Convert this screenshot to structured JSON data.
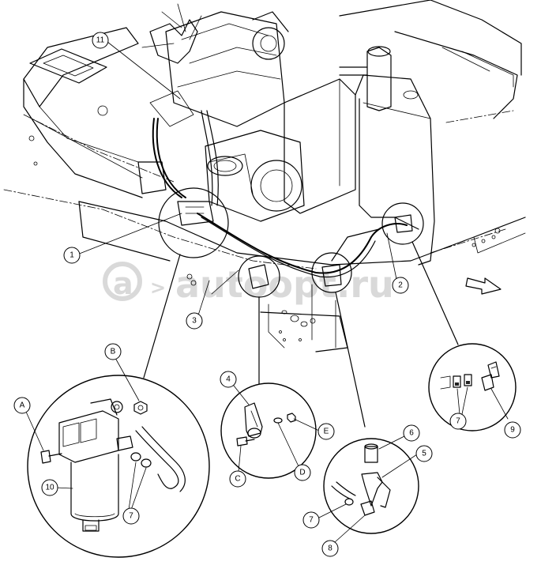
{
  "watermark": {
    "text": "autoopt.ru"
  },
  "callouts": [
    {
      "id": "11",
      "label": "11"
    },
    {
      "id": "1",
      "label": "1"
    },
    {
      "id": "2",
      "label": "2"
    },
    {
      "id": "3",
      "label": "3"
    },
    {
      "id": "4",
      "label": "4"
    },
    {
      "id": "5",
      "label": "5"
    },
    {
      "id": "6",
      "label": "6"
    },
    {
      "id": "7a",
      "label": "7"
    },
    {
      "id": "7b",
      "label": "7"
    },
    {
      "id": "7c",
      "label": "7"
    },
    {
      "id": "8",
      "label": "8"
    },
    {
      "id": "9",
      "label": "9"
    },
    {
      "id": "10",
      "label": "10"
    },
    {
      "id": "A",
      "label": "A"
    },
    {
      "id": "B",
      "label": "B"
    },
    {
      "id": "C",
      "label": "C"
    },
    {
      "id": "D",
      "label": "D"
    },
    {
      "id": "E",
      "label": "E"
    }
  ],
  "colors": {
    "line": "#000000",
    "background": "#ffffff",
    "watermark": "#d9d9d9"
  }
}
